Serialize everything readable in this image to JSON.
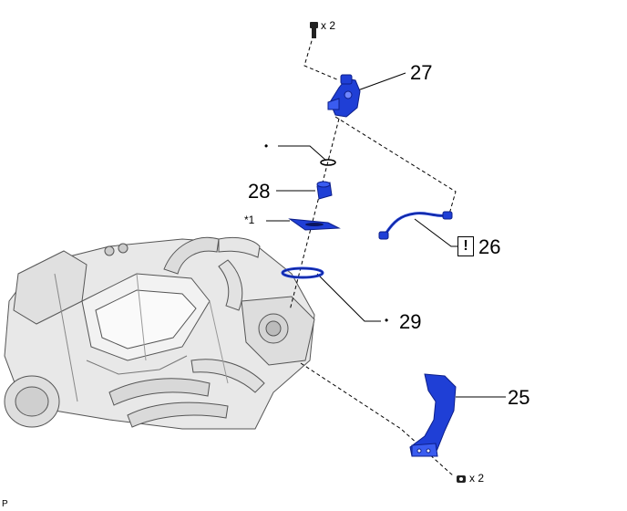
{
  "callouts": {
    "c25": "25",
    "c26": "26",
    "c27": "27",
    "c28": "28",
    "c29": "29",
    "ref1": "*1",
    "bolt_top_qty": "x 2",
    "bolt_bottom_qty": "x 2",
    "caution_mark": "!",
    "bullet_a": "•",
    "bullet_b": "•",
    "page_letter": "P"
  },
  "colors": {
    "part_blue": "#1f3fd6",
    "part_dark": "#0d1f8a",
    "engine_line": "#555555",
    "engine_fill": "#eeeeee"
  }
}
